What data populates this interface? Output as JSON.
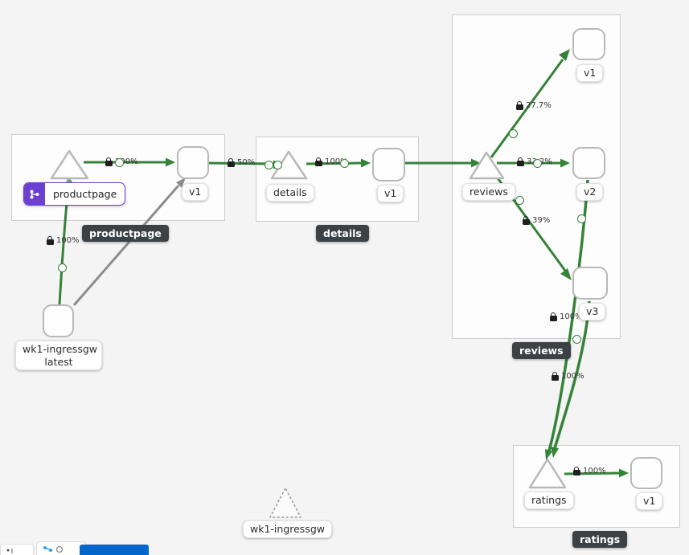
{
  "colors": {
    "background": "#f4f4f4",
    "edge_green": "#358239",
    "edge_gray": "#8c8c8c",
    "badge_purple": "#6b3fd1",
    "tooltip_bg": "#3c4146",
    "primary_blue": "#0066cc"
  },
  "graph": {
    "badges": {
      "productpage_vs": "productpage"
    },
    "groups": [
      {
        "id": "productpage",
        "tooltip": "productpage"
      },
      {
        "id": "details",
        "tooltip": "details"
      },
      {
        "id": "reviews",
        "tooltip": "reviews"
      },
      {
        "id": "ratings",
        "tooltip": "ratings"
      }
    ],
    "nodes": {
      "pp_service": "productpage",
      "pp_v1": "v1",
      "details_service": "details",
      "details_v1": "v1",
      "reviews_service": "reviews",
      "reviews_v1": "v1",
      "reviews_v2": "v2",
      "reviews_v3": "v3",
      "ratings_service": "ratings",
      "ratings_v1": "v1",
      "ingress_workload_line1": "wk1-ingressgw",
      "ingress_workload_line2": "latest",
      "ingress_service": "wk1-ingressgw"
    },
    "edges": {
      "gw_to_productpage": "100%",
      "productpage_to_v1": "100%",
      "v1_to_details": "50%",
      "details_to_v1": "100%",
      "reviews_to_v1": "27.7%",
      "reviews_to_v2": "33.2%",
      "reviews_to_v3": "39%",
      "v3_to_ratings": "100%",
      "v2_to_ratings": "100%",
      "ratings_to_v1": "100%"
    }
  }
}
